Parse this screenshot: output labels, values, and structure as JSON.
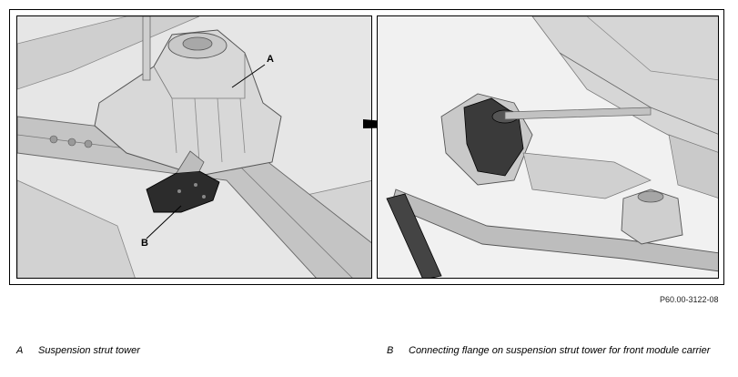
{
  "figure": {
    "reference_code": "P60.00-3122-08",
    "callouts": {
      "a": "A",
      "b": "B"
    }
  },
  "legend": [
    {
      "key": "A",
      "text": "Suspension strut tower"
    },
    {
      "key": "B",
      "text": "Connecting flange on suspension strut tower for front module carrier"
    }
  ],
  "colors": {
    "metal_light": "#d9d9d9",
    "metal_mid": "#b8b8b8",
    "metal_dark": "#8a8a8a",
    "flange": "#2a2a2a",
    "line": "#000000"
  }
}
